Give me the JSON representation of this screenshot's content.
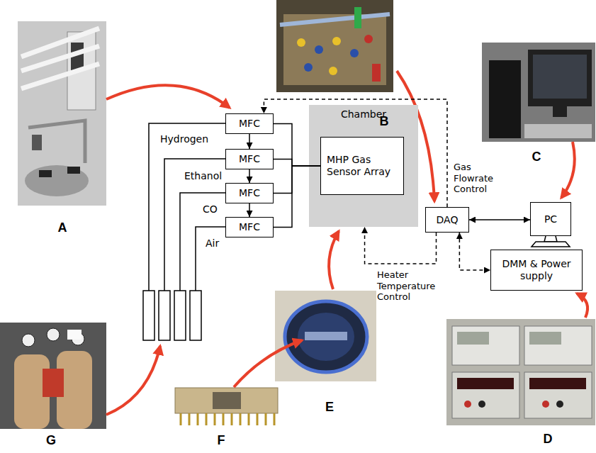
{
  "diagram": {
    "nodes": [
      {
        "text": [
          "MFC"
        ]
      },
      {
        "text": [
          "MFC"
        ]
      },
      {
        "text": [
          "MFC"
        ]
      },
      {
        "text": [
          "MFC"
        ]
      },
      {
        "text": [
          "Chamber"
        ]
      },
      {
        "text": [
          "MHP Gas Sensor Array"
        ],
        "in": 4
      },
      {
        "text": [
          "DAQ"
        ]
      },
      {
        "text": [
          "PC"
        ]
      },
      {
        "text": [
          "DMM & Power supply"
        ]
      }
    ],
    "edges": [
      {
        "from": 0,
        "to": 1,
        "arrow": "to"
      },
      {
        "from": 1,
        "to": 2,
        "arrow": "to"
      },
      {
        "from": 2,
        "to": 3,
        "arrow": "to"
      },
      {
        "from": 0,
        "to": 5,
        "arrow": "none"
      },
      {
        "from": 1,
        "to": 5,
        "arrow": "none"
      },
      {
        "from": 2,
        "to": 5,
        "arrow": "none"
      },
      {
        "from": 3,
        "to": 5,
        "arrow": "none"
      },
      {
        "from": 6,
        "to": 0,
        "arrow": "to",
        "label": "Gas Flowrate Control"
      },
      {
        "from": 6,
        "to": 4,
        "arrow": "to",
        "label": "Heater Temperature Control"
      },
      {
        "from": 6,
        "to": 7,
        "arrow": "both"
      },
      {
        "from": 6,
        "to": 8,
        "arrow": "both"
      }
    ],
    "labels": [
      "A",
      "B",
      "C",
      "D",
      "E",
      "F",
      "G",
      "Hydrogen",
      "Ethanol",
      "CO",
      "Air"
    ]
  }
}
